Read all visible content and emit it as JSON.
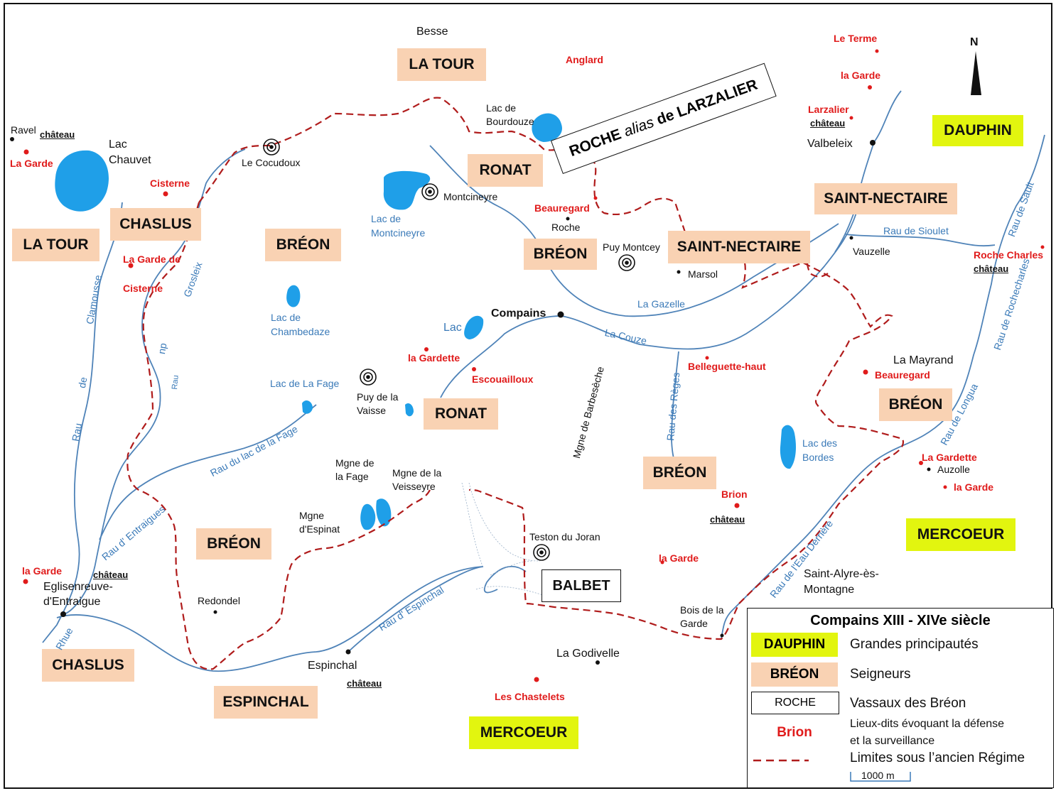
{
  "principalities": [
    {
      "name": "DAUPHIN"
    },
    {
      "name": "MERCOEUR"
    },
    {
      "name": "MERCOEUR"
    }
  ],
  "seigneurs": [
    {
      "name": "LA TOUR"
    },
    {
      "name": "LA TOUR"
    },
    {
      "name": "CHASLUS"
    },
    {
      "name": "CHASLUS"
    },
    {
      "name": "BRÉON"
    },
    {
      "name": "BRÉON"
    },
    {
      "name": "BRÉON"
    },
    {
      "name": "BRÉON"
    },
    {
      "name": "BRÉON"
    },
    {
      "name": "RONAT"
    },
    {
      "name": "RONAT"
    },
    {
      "name": "SAINT-NECTAIRE"
    },
    {
      "name": "SAINT-NECTAIRE"
    },
    {
      "name": "ESPINCHAL"
    }
  ],
  "vassals": [
    {
      "name": "BALBET"
    }
  ],
  "roche_banner": {
    "part1": "ROCHE ",
    "alias": "alias",
    "part2": " de LARZALIER"
  },
  "places": [
    "Besse",
    "Ravel",
    "Lac Chauvet",
    "Le Cocudoux",
    "Lac de Bourdouze",
    "Montcineyre",
    "Roche",
    "Puy Montcey",
    "Marsol",
    "Valbeleix",
    "Vauzelle",
    "Compains",
    "Puy de la Vaisse",
    "La Mayrand",
    "Auzolle",
    "Teston du Joran",
    "Saint-Alyre-ès-Montagne",
    "Bois de la Garde",
    "La Godivelle",
    "Espinchal",
    "Redondel",
    "Eglisenreuve-d'Entraigue",
    "Mgne de la Fage",
    "Mgne de la Veisseyre",
    "Mgne d'Espinat"
  ],
  "defense_places": [
    "Anglard",
    "Le Terme",
    "la Garde",
    "Larzalier",
    "La Garde",
    "Cisterne",
    "La Garde de Cisterne",
    "Beauregard",
    "la Gardette",
    "Escouailloux",
    "Belleguette-haut",
    "Beauregard",
    "Roche Charles",
    "La Gardette",
    "la Garde",
    "Brion",
    "la Garde",
    "la Garde",
    "Les Chastelets"
  ],
  "chateau_label": "château",
  "lakes": [
    "Lac de Montcineyre",
    "Lac de Chambedaze",
    "Lac",
    "Lac de La Fage",
    "Lac des Bordes"
  ],
  "rivers": [
    "Clamousse",
    "de",
    "Rau",
    "Grosleix",
    "du",
    "Rau",
    "Rau du lac de la Fage",
    "Rau d' Entraigues",
    "Rau d' Espinchal",
    "Rhue",
    "La Couze",
    "La Gazelle",
    "Rau des Règes",
    "Mgne de Barbesèche",
    "Rau de Sioulet",
    "Rau de Sault",
    "Rau de Rochecharles",
    "Rau de Longua",
    "Rau de l'Eau Derrière"
  ],
  "north_label": "N",
  "legend": {
    "title": "Compains XIII - XIVe siècle",
    "principality_example": "DAUPHIN",
    "principality_text": "Grandes principautés",
    "seigneur_example": "BRÉON",
    "seigneur_text": "Seigneurs",
    "vassal_example": "ROCHE",
    "vassal_text": "Vassaux des Bréon",
    "defense_example": "Brion",
    "defense_text_1": "Lieux-dits évoquant la défense",
    "defense_text_2": "et la surveillance",
    "boundary_text": "Limites sous l’ancien Régime",
    "scale": "1000 m"
  },
  "colors": {
    "seigneur": "#f9d2b3",
    "principality": "#e2f50f",
    "lake": "#1f9fe8",
    "river": "#4f83b8",
    "boundary": "#b01c1c",
    "defense": "#e01b1b"
  }
}
